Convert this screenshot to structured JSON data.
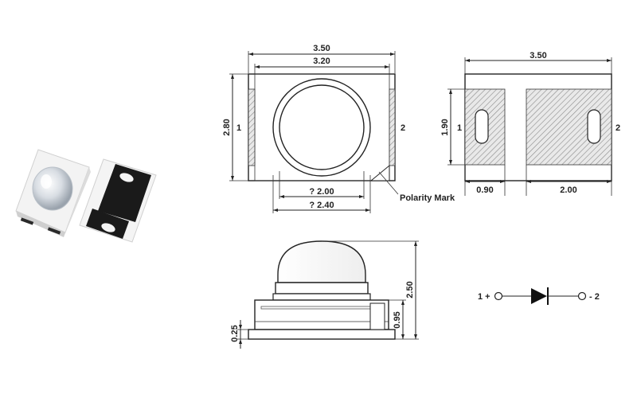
{
  "colors": {
    "ink": "#222222",
    "hatch": "#8a8a8a",
    "chip_dark": "#1a1a1a",
    "chip_white": "#f4f4f4"
  },
  "top_view": {
    "width_outer": "3.50",
    "width_inner": "3.20",
    "height": "2.80",
    "pad_left": "1",
    "pad_right": "2",
    "lens_inner_dia": "? 2.00",
    "lens_outer_dia": "? 2.40",
    "polarity_mark": "Polarity Mark"
  },
  "footprint": {
    "width": "3.50",
    "height": "1.90",
    "pad_left": "1",
    "pad_right": "2",
    "pad1_width": "0.90",
    "pad2_width": "2.00"
  },
  "side_view": {
    "total_height": "2.50",
    "body_height": "0.95",
    "base_height": "0.25"
  },
  "schematic": {
    "pin1_label": "1 +",
    "pin2_label": "- 2"
  }
}
